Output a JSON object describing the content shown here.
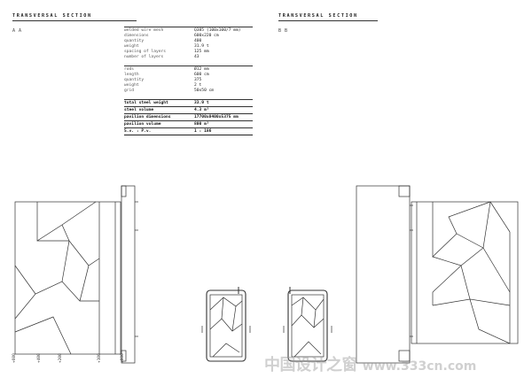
{
  "left": {
    "heading": "TRANSVERSAL SECTION",
    "tag": "A A"
  },
  "right": {
    "heading": "TRANSVERSAL SECTION",
    "tag": "B B"
  },
  "mesh_block": [
    {
      "k": "welded wire mesh",
      "v": "Q385 (100x100/7 mm)"
    },
    {
      "k": "dimensions",
      "v": "600x220 cm"
    },
    {
      "k": "quantity",
      "v": "400"
    },
    {
      "k": "weight",
      "v": "31.9 t"
    },
    {
      "k": "spacing of layers",
      "v": "125 mm"
    },
    {
      "k": "number of layers",
      "v": "43"
    }
  ],
  "rods_block": [
    {
      "k": "rods",
      "v": "Ø12 mm"
    },
    {
      "k": "length",
      "v": "600 cm"
    },
    {
      "k": "quantity",
      "v": "375"
    },
    {
      "k": "weight",
      "v": "2 t"
    },
    {
      "k": "grid",
      "v": "50x50 cm"
    }
  ],
  "summary_block": [
    {
      "k": "total steel weight",
      "v": "33.9 t"
    },
    {
      "k": "steel volume",
      "v": "4.3 m³"
    },
    {
      "k": "pavilion dimensions",
      "v": "17700x8400x5375 mm"
    },
    {
      "k": "pavilion volume",
      "v": "800 m³"
    },
    {
      "k": "S.v. : P.v.",
      "v": "1 : 186"
    }
  ],
  "level_marks": [
    "+600",
    "+400",
    "+200",
    "+100",
    "±000"
  ],
  "watermark": {
    "text": "中国设计之窗",
    "url": "www.333cn.com"
  }
}
